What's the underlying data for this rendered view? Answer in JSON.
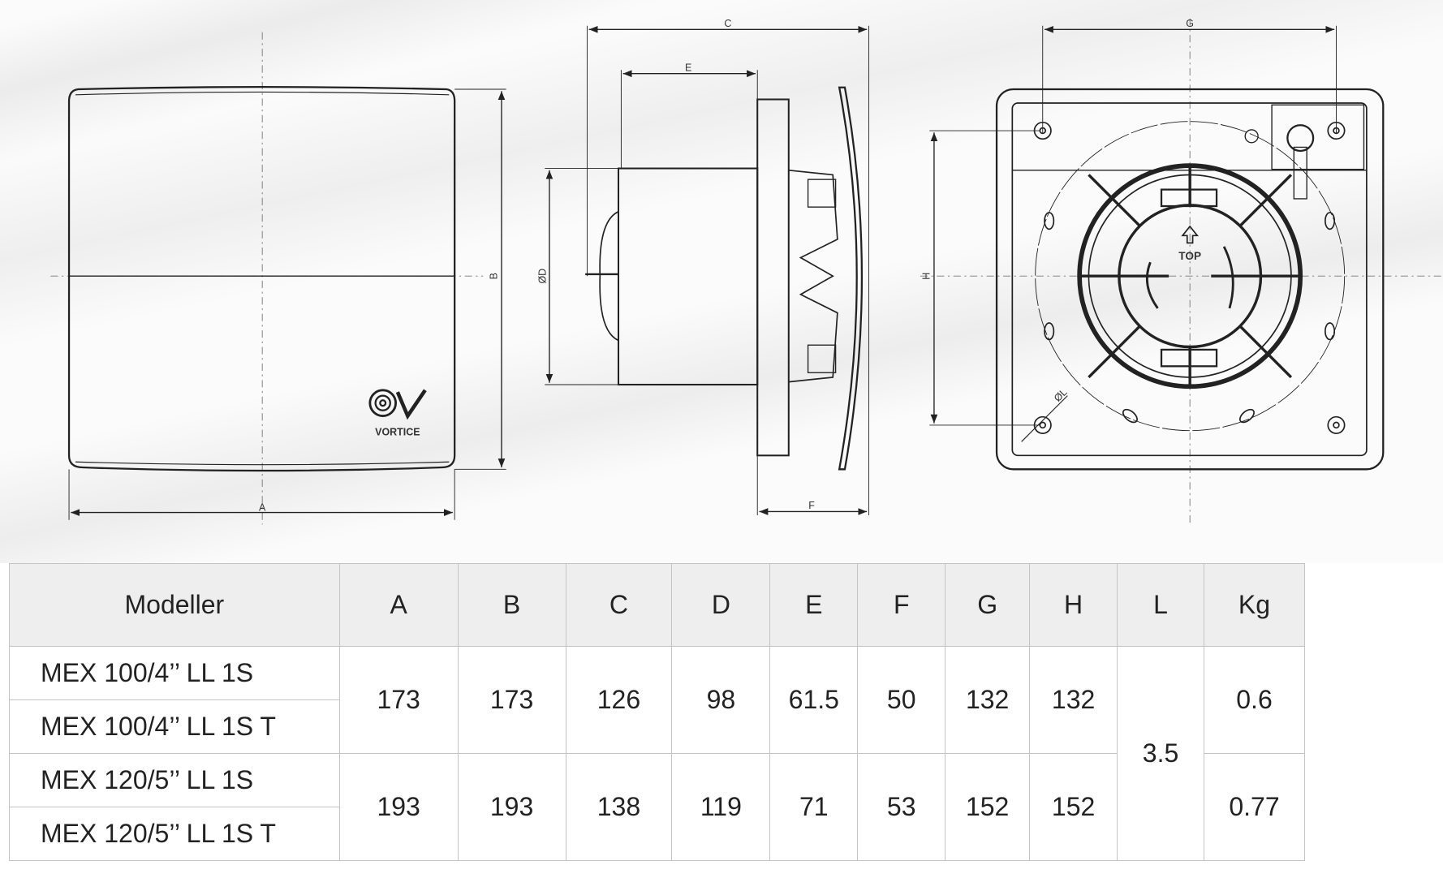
{
  "drawing": {
    "dimension_labels": {
      "A": "A",
      "B": "B",
      "C": "C",
      "D": "ØD",
      "E": "E",
      "F": "F",
      "G": "G",
      "H": "H",
      "L": "ØL"
    },
    "top_marker": "TOP",
    "logo_text": "VORTICE"
  },
  "table": {
    "headers": [
      "Modeller",
      "A",
      "B",
      "C",
      "D",
      "E",
      "F",
      "G",
      "H",
      "L",
      "Kg"
    ],
    "groups": [
      {
        "models": [
          "MEX 100/4’’ LL 1S",
          "MEX 100/4’’ LL 1S T"
        ],
        "A": "173",
        "B": "173",
        "C": "126",
        "D": "98",
        "E": "61.5",
        "F": "50",
        "G": "132",
        "H": "132",
        "Kg": "0.6"
      },
      {
        "models": [
          "MEX 120/5’’ LL 1S",
          "MEX 120/5’’ LL 1S T"
        ],
        "A": "193",
        "B": "193",
        "C": "138",
        "D": "119",
        "E": "71",
        "F": "53",
        "G": "152",
        "H": "152",
        "Kg": "0.77"
      }
    ],
    "L_shared": "3.5"
  }
}
